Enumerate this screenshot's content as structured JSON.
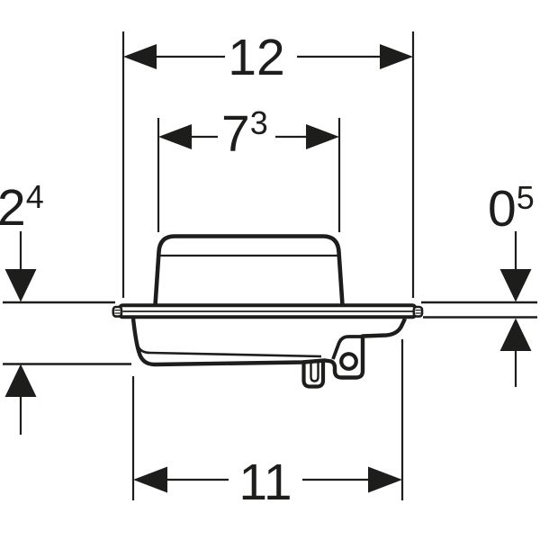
{
  "page": {
    "background": "#ffffff",
    "line_color": "#1d1d1b"
  },
  "drawing": {
    "description": "Technical side-view dimension drawing of a floor drain body: domed cap on a wide sealing flange at floor level with a sunken bowl, mounting tab with screw hole and a small clip pin underneath",
    "dimension_labels": {
      "top_width": {
        "main": "12",
        "sup": ""
      },
      "cap_width": {
        "main": "7",
        "sup": "3"
      },
      "left_depth": {
        "main": "2",
        "sup": "4"
      },
      "right_height": {
        "main": "0",
        "sup": "5"
      },
      "bottom_width": {
        "main": "11",
        "sup": ""
      }
    }
  }
}
